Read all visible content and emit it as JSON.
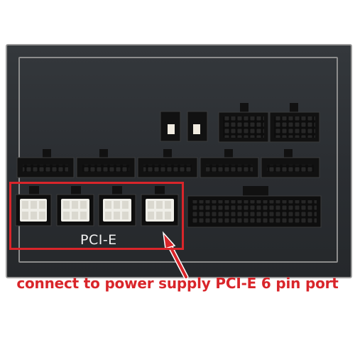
{
  "photo": {
    "subject": "power-supply-modular-panel"
  },
  "annotation": {
    "box_label": "PCI-E",
    "caption": "connect to power supply PCI-E 6 pin port",
    "color": "#d9252a"
  },
  "colors": {
    "panel": "#2c2f33",
    "connector_black": "#111111",
    "connector_white": "#eeeeea"
  }
}
